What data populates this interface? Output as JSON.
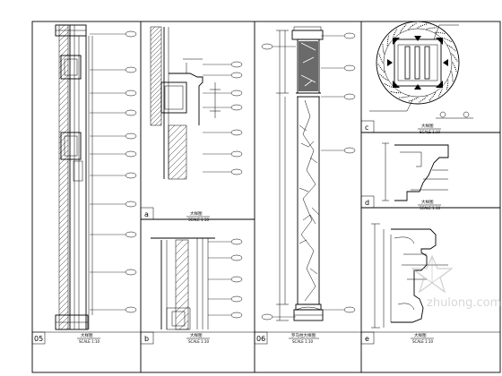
{
  "sheet": {
    "panel_labels": {
      "p05": "05",
      "pb": "b",
      "p06": "06",
      "pa": "a",
      "pc": "c",
      "pd": "d",
      "pe": "e"
    },
    "view_titles": {
      "p05": "大样图",
      "pb": "大样图",
      "p06": "罗马柱大样图",
      "pa": "大样图",
      "pc": "大样图",
      "pd": "大样图",
      "pe": "大样图"
    },
    "view_scale": "SCALE 1:10",
    "watermark": {
      "brand": "zhulong.com"
    }
  }
}
